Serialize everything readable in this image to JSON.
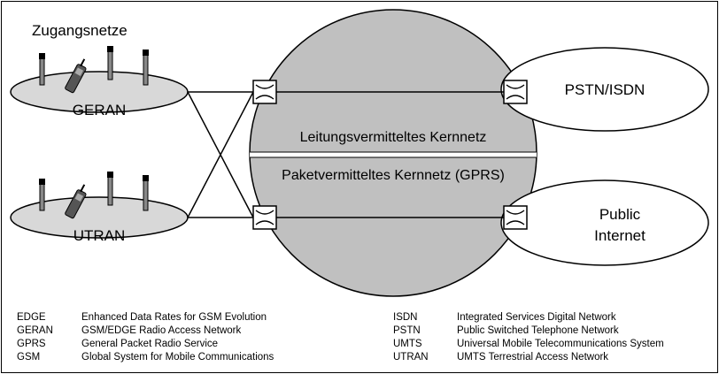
{
  "diagram": {
    "access_title": "Zugangsnetze",
    "access_networks": [
      {
        "id": "geran",
        "label": "GERAN"
      },
      {
        "id": "utran",
        "label": "UTRAN"
      }
    ],
    "core_networks": {
      "circuit_switched": "Leitungsvermitteltes Kernnetz",
      "packet_switched": "Paketvermitteltes Kernnetz (GPRS)"
    },
    "external_networks": {
      "pstn_isdn": "PSTN/ISDN",
      "internet_line1": "Public",
      "internet_line2": "Internet"
    },
    "colors": {
      "fill_grey": "#c0c0c0",
      "fill_light": "#d8d8d8",
      "stroke": "#000000",
      "background": "#ffffff"
    }
  },
  "legend": {
    "left": [
      {
        "abbr": "EDGE",
        "desc": "Enhanced Data Rates for GSM Evolution"
      },
      {
        "abbr": "GERAN",
        "desc": "GSM/EDGE Radio Access Network"
      },
      {
        "abbr": "GPRS",
        "desc": "General Packet Radio Service"
      },
      {
        "abbr": "GSM",
        "desc": "Global System for Mobile Communications"
      }
    ],
    "right": [
      {
        "abbr": "ISDN",
        "desc": "Integrated Services Digital Network"
      },
      {
        "abbr": "PSTN",
        "desc": "Public Switched Telephone Network"
      },
      {
        "abbr": "UMTS",
        "desc": "Universal Mobile Telecommunications System"
      },
      {
        "abbr": "UTRAN",
        "desc": "UMTS Terrestrial Access Network"
      }
    ]
  }
}
